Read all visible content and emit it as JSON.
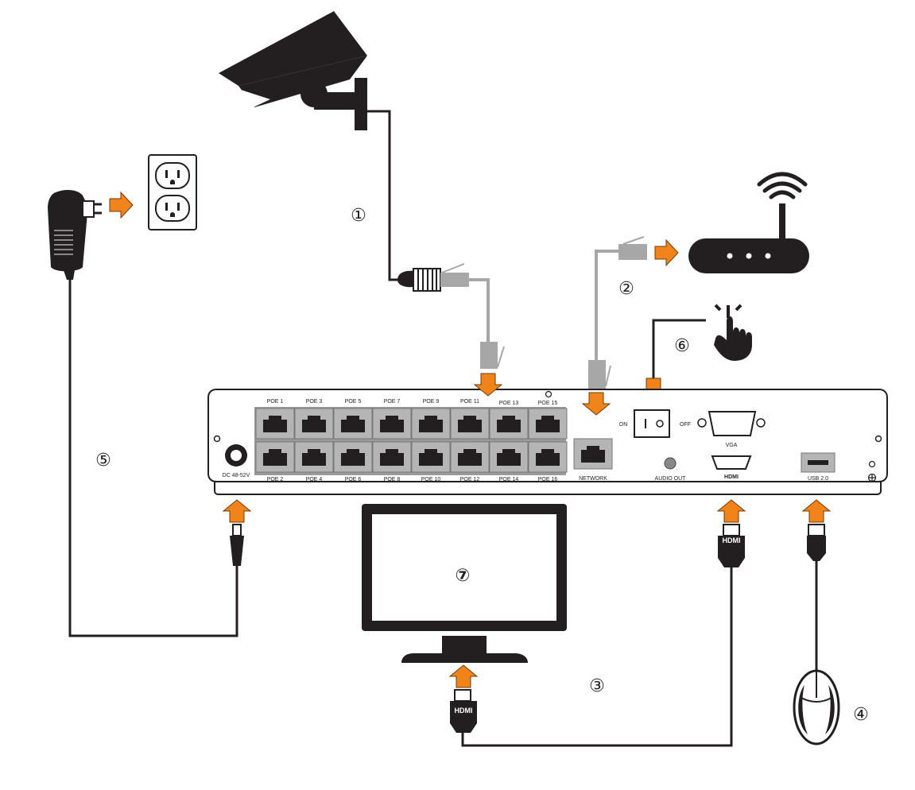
{
  "steps": {
    "s1": "①",
    "s2": "②",
    "s3": "③",
    "s4": "④",
    "s5": "⑤",
    "s6": "⑥",
    "s7": "⑦"
  },
  "nvr": {
    "poe_top": [
      "POE 1",
      "POE 3",
      "POE 5",
      "POE 7",
      "POE 9",
      "POE 11",
      "POE 13",
      "POE 15"
    ],
    "poe_bottom": [
      "POE 2",
      "POE 4",
      "POE 6",
      "POE 8",
      "POE 10",
      "POE 12",
      "POE 14",
      "POE 16"
    ],
    "dc_label": "DC 48-52V",
    "network_label": "NETWORK",
    "on_label": "ON",
    "off_label": "OFF",
    "vga_label": "VGA",
    "audio_label": "AUDIO OUT",
    "hdmi_port_label": "HDMI",
    "usb_label": "USB 2.0"
  },
  "cables": {
    "hdmi_plug_label": "HDMI"
  },
  "colors": {
    "accent_arrow": "#f0841a",
    "device_dark": "#231f20",
    "port_gray": "#b5b5b5",
    "cable_gray": "#a7a7a7"
  },
  "icons": [
    "camera-icon",
    "outlet-icon",
    "power-adapter-icon",
    "router-icon",
    "wifi-icon",
    "touch-hand-icon",
    "monitor-icon",
    "mouse-icon"
  ]
}
